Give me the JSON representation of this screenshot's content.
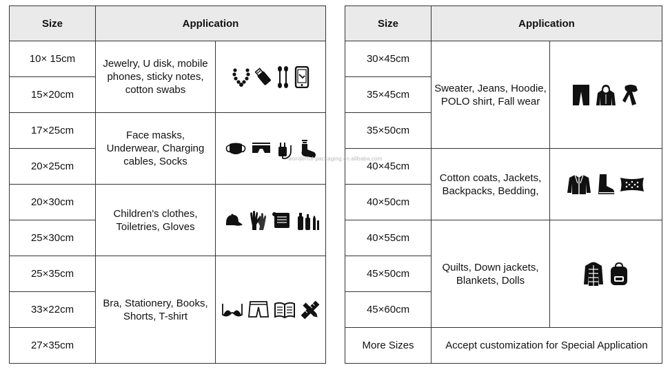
{
  "watermark": "wonderful-packaging.cn.alibaba.com",
  "left_table": {
    "header_size": "Size",
    "header_application": "Application",
    "groups": [
      {
        "sizes": [
          "10×   15cm",
          "15×20cm"
        ],
        "application": "Jewelry, U disk, mobile phones, sticky notes, cotton swabs",
        "icons": [
          "necklace-icon",
          "usb-drive-icon",
          "cotton-swab-icon",
          "mobile-phone-icon"
        ]
      },
      {
        "sizes": [
          "17×25cm",
          "20×25cm"
        ],
        "application": "Face masks, Underwear, Charging cables, Socks",
        "icons": [
          "face-mask-icon",
          "underwear-icon",
          "charger-icon",
          "sock-icon"
        ]
      },
      {
        "sizes": [
          "20×30cm",
          "25×30cm"
        ],
        "application": "Children's clothes, Toiletries, Gloves",
        "icons": [
          "cap-icon",
          "gloves-icon",
          "towel-icon",
          "toiletries-icon"
        ]
      },
      {
        "sizes": [
          "25×35cm",
          "33×22cm",
          "27×35cm"
        ],
        "application": "Bra, Stationery, Books, Shorts, T-shirt",
        "icons": [
          "bra-icon",
          "shorts-icon",
          "book-icon",
          "stationery-icon"
        ]
      }
    ]
  },
  "right_table": {
    "header_size": "Size",
    "header_application": "Application",
    "groups": [
      {
        "sizes": [
          "30×45cm",
          "35×45cm",
          "35×50cm"
        ],
        "application": "Sweater, Jeans, Hoodie, POLO shirt, Fall wear",
        "icons": [
          "pants-icon",
          "hoodie-icon",
          "scarf-icon"
        ]
      },
      {
        "sizes": [
          "40×45cm",
          "40×50cm"
        ],
        "application": "Cotton coats, Jackets, Backpacks, Bedding,",
        "icons": [
          "jacket-icon",
          "boot-icon",
          "pillow-icon"
        ]
      },
      {
        "sizes": [
          "40×55cm",
          "45×50cm",
          "45×60cm"
        ],
        "application": "Quilts, Down jackets, Blankets, Dolls",
        "icons": [
          "down-jacket-icon",
          "backpack-icon"
        ]
      }
    ],
    "footer_size": "More Sizes",
    "footer_application": "Accept customization for Special Application"
  }
}
